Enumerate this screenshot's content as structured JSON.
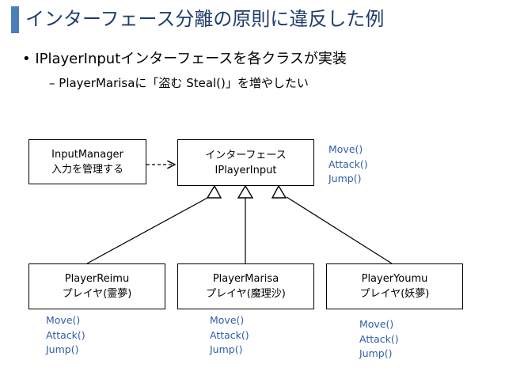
{
  "slide": {
    "title": "インターフェース分離の原則に違反した例",
    "bullet1": "• IPlayerInputインターフェースを各クラスが実装",
    "bullet2": "– PlayerMarisaに「盗む Steal()」を増やしたい"
  },
  "diagram": {
    "input_manager": {
      "line1": "InputManager",
      "line2": "入力を管理する"
    },
    "interface": {
      "line1": "インターフェース",
      "line2": "IPlayerInput"
    },
    "interface_methods": [
      "Move()",
      "Attack()",
      "Jump()"
    ],
    "players": [
      {
        "line1": "PlayerReimu",
        "line2": "プレイヤ(霊夢)",
        "methods": [
          "Move()",
          "Attack()",
          "Jump()"
        ]
      },
      {
        "line1": "PlayerMarisa",
        "line2": "プレイヤ(魔理沙)",
        "methods": [
          "Move()",
          "Attack()",
          "Jump()"
        ]
      },
      {
        "line1": "PlayerYoumu",
        "line2": "プレイヤ(妖夢)",
        "methods": [
          "Move()",
          "Attack()",
          "Jump()"
        ]
      }
    ],
    "colors": {
      "title": "#1f3d6b",
      "accent_bar": "#4a7ebb",
      "methods": "#2f5da8"
    }
  }
}
